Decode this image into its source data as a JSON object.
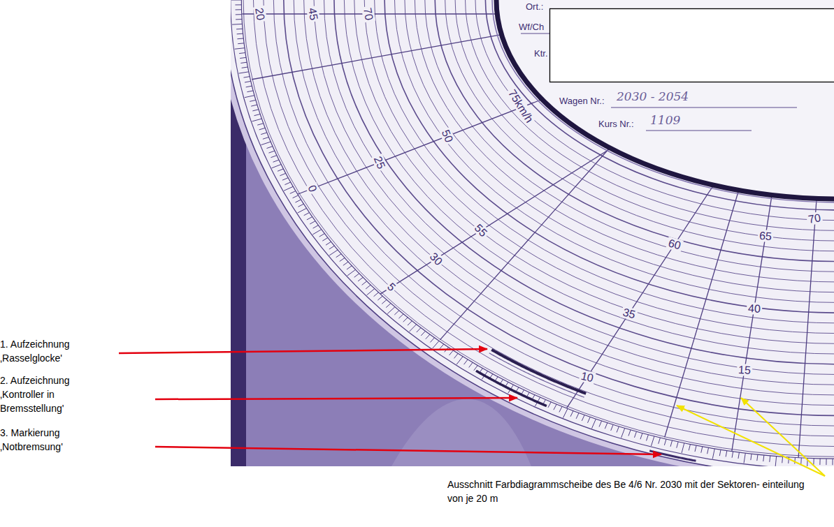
{
  "diagram": {
    "caption": "Ausschnitt Farbdiagrammscheibe des Be 4/6 Nr. 2030 mit der Sektoren- einteilung von je 20 m",
    "labels": [
      "1. Aufzeichnung ‚Rasselglocke'",
      "2. Aufzeichnung ‚Kontroller in Bremsstellung'",
      "3. Markierung ‚Notbremsung'",
      "Ort.:",
      "Wf/Ch",
      "Ktr.",
      "Wagen Nr.:",
      "2030 - 2054",
      "Kurs Nr.:",
      "1109",
      "20",
      "45",
      "70",
      "75km/h",
      "50",
      "25",
      "0",
      "55",
      "30",
      "5",
      "60",
      "35",
      "10",
      "65",
      "40",
      "15",
      "70"
    ]
  }
}
